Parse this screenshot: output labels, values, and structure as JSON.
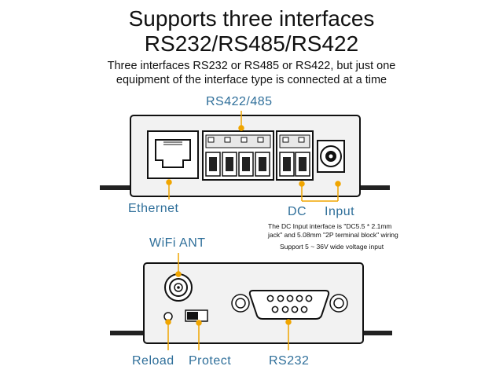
{
  "header": {
    "title_line1": "Supports three interfaces",
    "title_line2": "RS232/RS485/RS422",
    "subtitle_line1": "Three interfaces RS232 or RS485 or RS422, but just one",
    "subtitle_line2": "equipment of the interface type is connected at a time"
  },
  "top_device": {
    "rs422_485_label": "RS422/485",
    "ethernet_label": "Ethernet",
    "dc_label": "DC",
    "input_label": "Input",
    "dc_note_line1": "The DC Input interface is \"DC5.5 * 2.1mm",
    "dc_note_line2": "jack\" and 5.08mm \"2P terminal block\" wiring",
    "voltage_note": "Support 5 ~ 36V wide voltage input"
  },
  "bottom_device": {
    "wifi_label": "WiFi ANT",
    "reload_label": "Reload",
    "protect_label": "Protect",
    "rs232_label": "RS232"
  },
  "colors": {
    "label_blue": "#2f6f9a",
    "callout_orange": "#f0a500",
    "device_fill": "#f2f2f2",
    "device_stroke": "#111111"
  }
}
